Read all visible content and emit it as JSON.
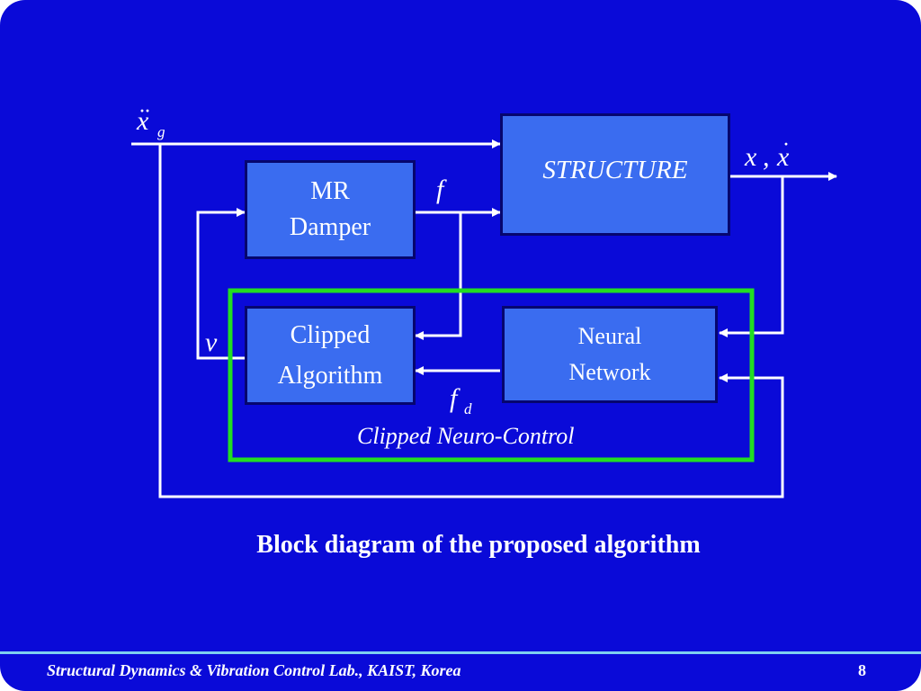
{
  "diagram": {
    "ground_accel": {
      "symbol": "x",
      "subscript": "g"
    },
    "blocks": {
      "structure": "STRUCTURE",
      "mr_damper": "MR Damper",
      "clipped_algorithm": "Clipped Algorithm",
      "neural_network": "Neural Network"
    },
    "signals": {
      "control_force": "f",
      "output": "x",
      "output_comma": ",",
      "output_dot": "x",
      "voltage": "v",
      "desired_force": "f",
      "desired_force_sub": "d"
    },
    "controller_caption": "Clipped Neuro-Control",
    "colors": {
      "background": "#0a0ad8",
      "block_fill": "#3a6cf0",
      "block_border": "#06066e",
      "controller_frame": "#22dd22",
      "footer_line": "#7fd0f0"
    }
  },
  "caption": "Block diagram of the proposed algorithm",
  "footer": {
    "text": "Structural Dynamics & Vibration Control Lab., KAIST, Korea",
    "page": "8"
  }
}
